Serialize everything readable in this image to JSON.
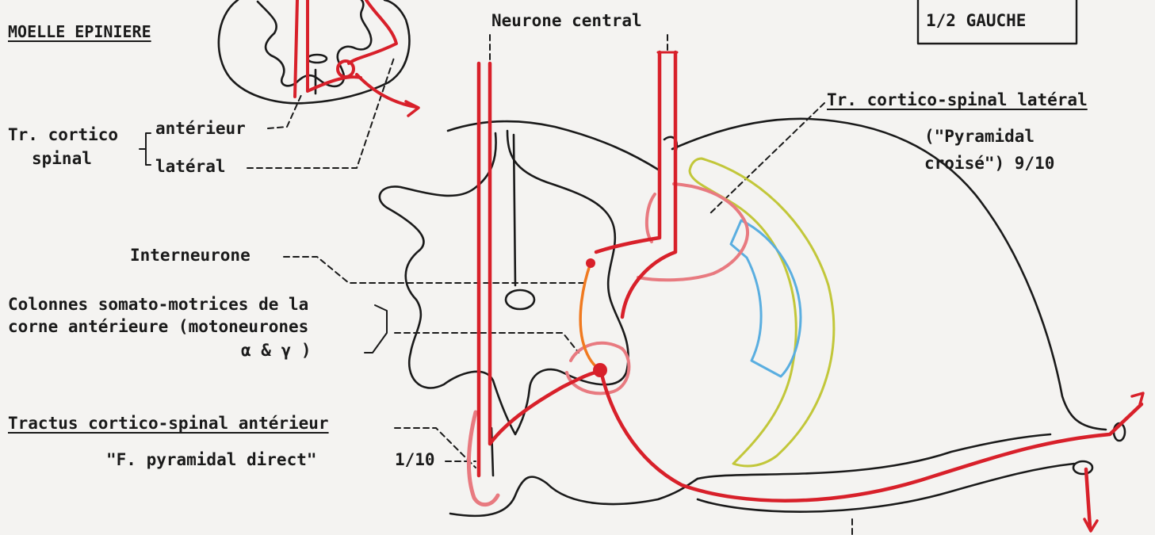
{
  "labels": {
    "moelle": "MOELLE EPINIERE",
    "neurone_central": "Neurone central",
    "half": "1/2  GAUCHE",
    "lateral_tract": "Tr. cortico-spinal latéral",
    "pyramidal_line1": "(\"Pyramidal",
    "pyramidal_line2": "croisé\")  9/10",
    "tr_cortico": "Tr. cortico",
    "spinal": "spinal",
    "anterieur": "antérieur",
    "lateral": "latéral",
    "interneurone": "Interneurone",
    "colonnes_line1": "Colonnes somato-motrices de la",
    "colonnes_line2": "corne antérieure (motoneurones",
    "colonnes_line3": "α & γ )",
    "tractus_anterieur": "Tractus cortico-spinal antérieur",
    "f_pyramidal": "\"F. pyramidal direct\"",
    "ratio_direct": "1/10"
  },
  "colors": {
    "ink": "#1a1a1a",
    "tract_red": "#d8202a",
    "tract_pink": "#e87a80",
    "interneuron_orange": "#f07a20",
    "yellow_outline": "#c2c73a",
    "blue_outline": "#5aaee0"
  }
}
